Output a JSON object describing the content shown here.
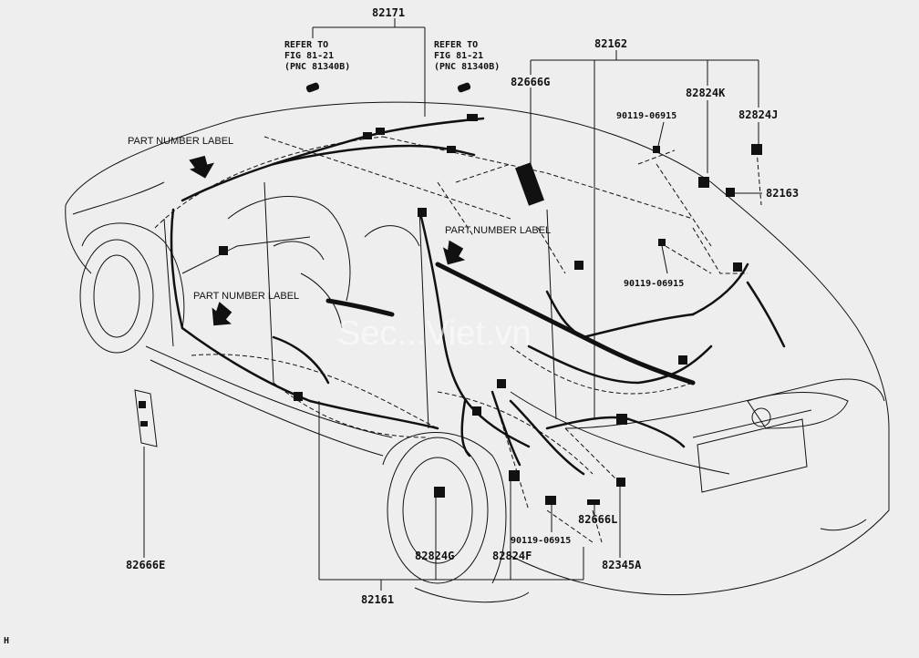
{
  "diagram": {
    "part_numbers": {
      "p82171": "82171",
      "p82162": "82162",
      "p82666G": "82666G",
      "p82824K": "82824K",
      "p82824J": "82824J",
      "p90119_a": "90119-06915",
      "p82163": "82163",
      "p90119_b": "90119-06915",
      "p82666E": "82666E",
      "p82824G": "82824G",
      "p82824F": "82824F",
      "p90119_c": "90119-06915",
      "p82666L": "82666L",
      "p82345A": "82345A",
      "p82161": "82161"
    },
    "refer_left": [
      "REFER TO",
      "FIG 81-21",
      "(PNC 81340B)"
    ],
    "refer_right": [
      "REFER TO",
      "FIG 81-21",
      "(PNC 81340B)"
    ],
    "part_number_label_1": "PART NUMBER LABEL",
    "part_number_label_2": "PART NUMBER LABEL",
    "part_number_label_3": "PART NUMBER LABEL",
    "watermark": "Sec...Viet.vn",
    "corner_mark": "H"
  }
}
